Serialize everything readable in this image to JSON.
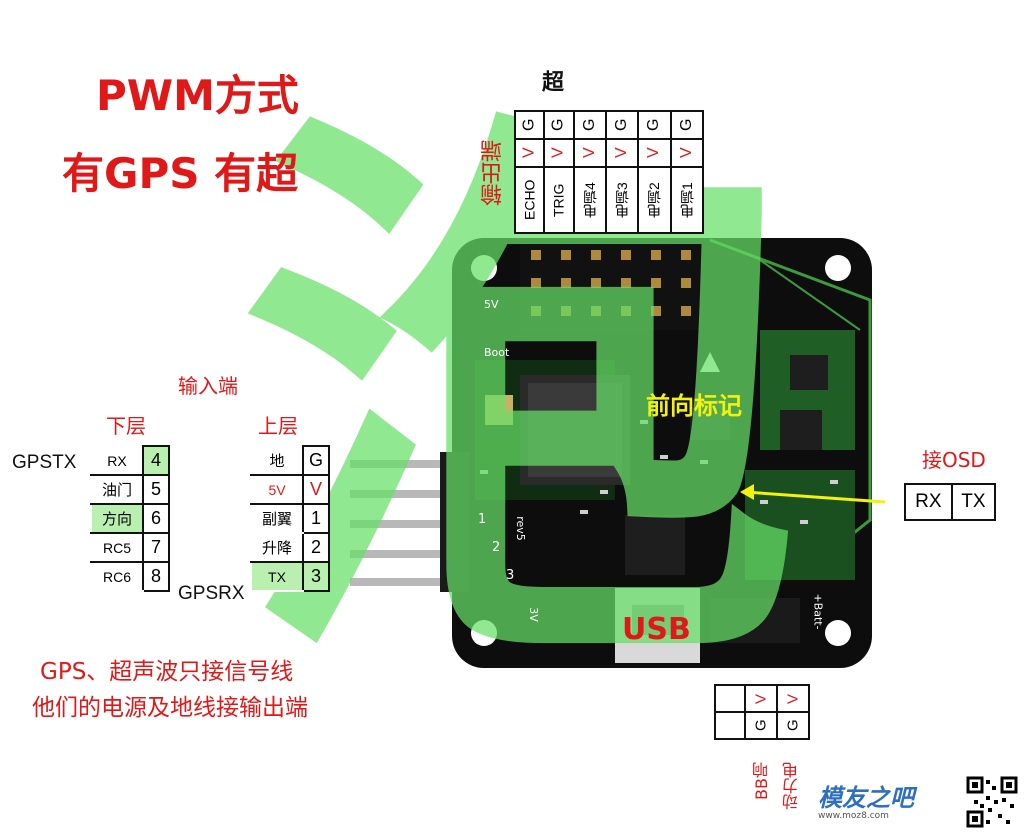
{
  "title": {
    "line1": "PWM方式",
    "line2": "有GPS  有超"
  },
  "watermark": "泡",
  "output": {
    "label": "输出端",
    "top_label": "超",
    "row_g": [
      "G",
      "G",
      "G",
      "G",
      "G",
      "G"
    ],
    "row_v": [
      "V",
      "V",
      "V",
      "V",
      "V",
      "V"
    ],
    "names": [
      "ECHO",
      "TRIG",
      "电调4",
      "电调3",
      "电调2",
      "电调1"
    ]
  },
  "input": {
    "label": "输入端",
    "lower": {
      "label": "下层",
      "rows": [
        {
          "name": "RX",
          "pin": "4"
        },
        {
          "name": "油门",
          "pin": "5"
        },
        {
          "name": "方向",
          "pin": "6"
        },
        {
          "name": "RC5",
          "pin": "7"
        },
        {
          "name": "RC6",
          "pin": "8"
        }
      ]
    },
    "upper": {
      "label": "上层",
      "rows": [
        {
          "name": "地",
          "pin": "G"
        },
        {
          "name": "5V",
          "pin": "V"
        },
        {
          "name": "副翼",
          "pin": "1"
        },
        {
          "name": "升降",
          "pin": "2"
        },
        {
          "name": "TX",
          "pin": "3"
        }
      ]
    },
    "gpstx": "GPSTX",
    "gpsrx": "GPSRX"
  },
  "osd": {
    "label": "接OSD",
    "rx": "RX",
    "tx": "TX"
  },
  "front_mark": "前向标记",
  "usb": "USB",
  "power": {
    "v": "V",
    "g": "G",
    "bb_label": "BB响",
    "power_label": "动力电"
  },
  "note": {
    "line1": "GPS、超声波只接信号线",
    "line2": "他们的电源及地线接输出端"
  },
  "board": {
    "silk_boot": "Boot",
    "silk_5v": "5V",
    "silk_rev": "rev5",
    "silk_3v": "3V",
    "silk_batt": "+Batt-",
    "silk_pins": [
      "1",
      "2",
      "3"
    ]
  },
  "logo": {
    "text": "模友之吧",
    "url": "www.moz8.com"
  },
  "colors": {
    "red": "#e01818",
    "green": "#5ad85a",
    "pcb": "#0d0d0d",
    "pcb_green": "#2e7d32",
    "yellow": "#f2f20a"
  }
}
